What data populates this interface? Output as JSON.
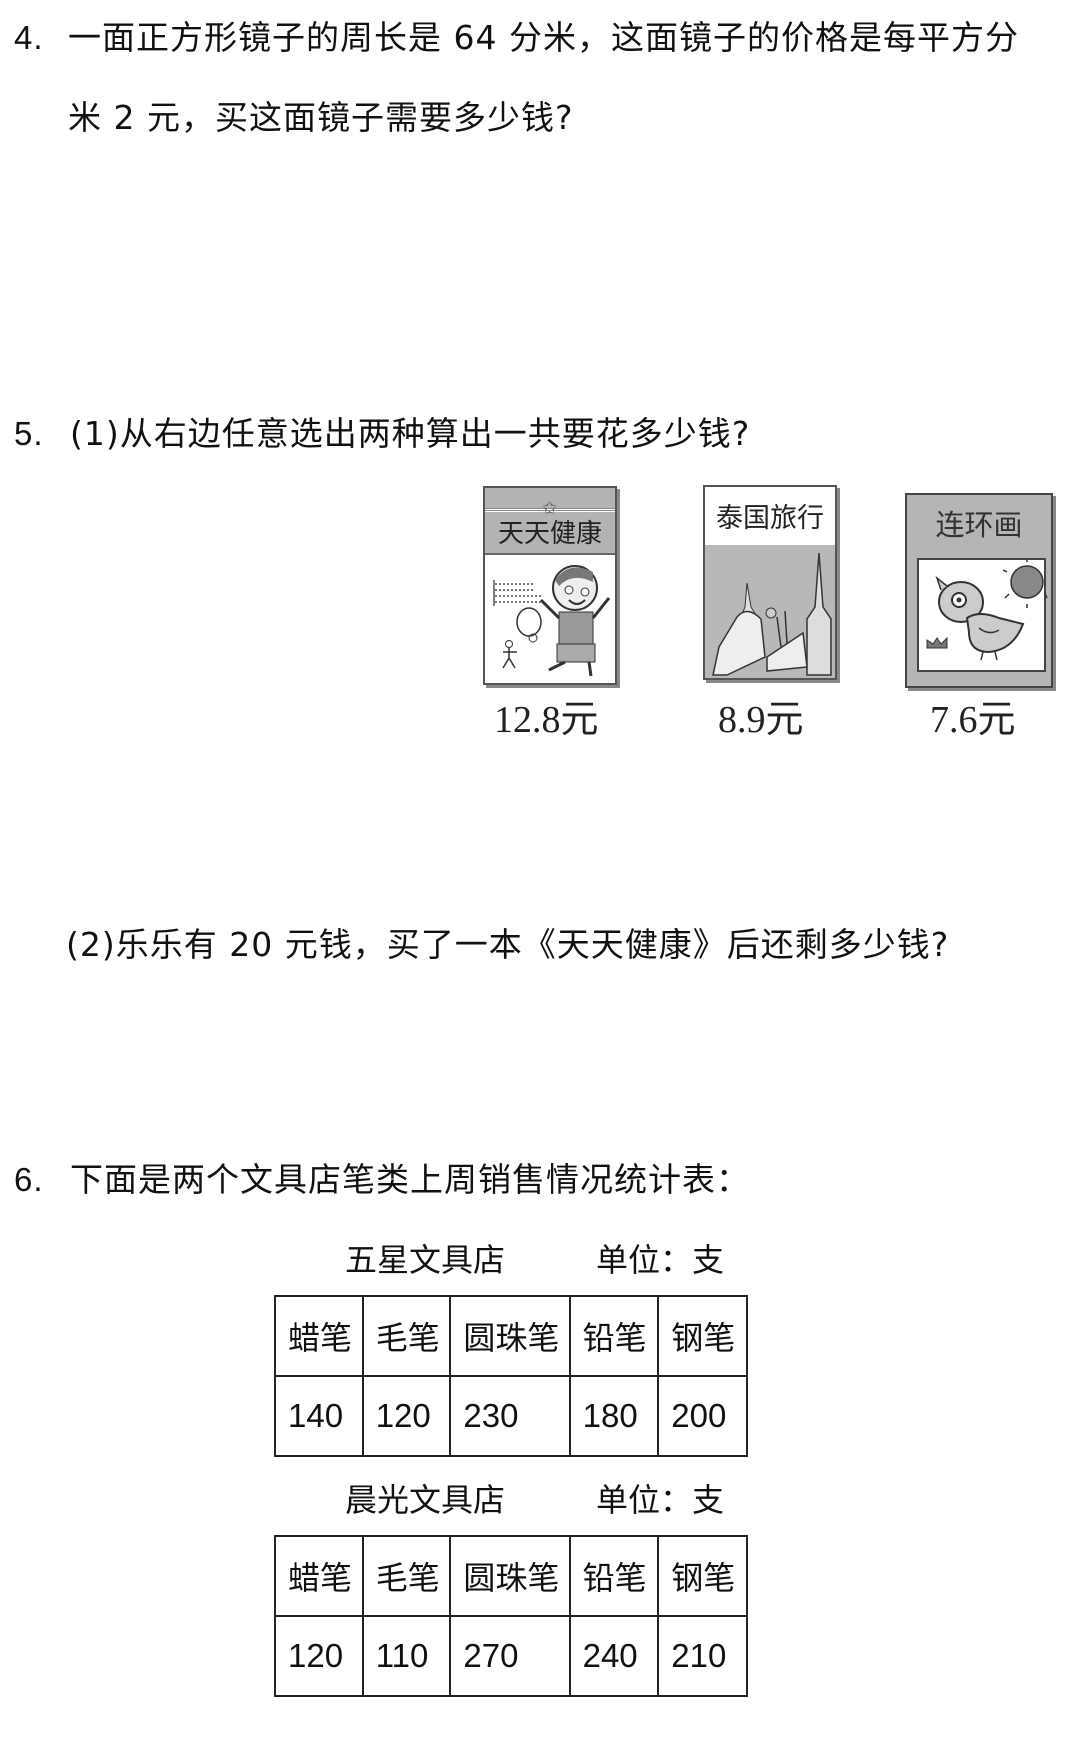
{
  "questions": {
    "q4": {
      "number": "4.",
      "line1": "一面正方形镜子的周长是 64 分米，这面镜子的价格是每平方分",
      "line2": "米 2 元，买这面镜子需要多少钱?"
    },
    "q5": {
      "number": "5.",
      "part1": "(1)从右边任意选出两种算出一共要花多少钱?",
      "part2": "(2)乐乐有 20 元钱，买了一本《天天健康》后还剩多少钱?",
      "books": [
        {
          "title": "天天健康",
          "price": "12.8元",
          "icon": "health-book-cover-illustration"
        },
        {
          "title": "泰国旅行",
          "price": "8.9元",
          "icon": "thailand-travel-book-cover-illustration"
        },
        {
          "title": "连环画",
          "price": "7.6元",
          "icon": "comic-book-cover-illustration"
        }
      ]
    },
    "q6": {
      "number": "6.",
      "text": "下面是两个文具店笔类上周销售情况统计表：",
      "tables": [
        {
          "store": "五星文具店",
          "unit": "单位：支",
          "headers": [
            "蜡笔",
            "毛笔",
            "圆珠笔",
            "铅笔",
            "钢笔"
          ],
          "values": [
            "140",
            "120",
            "230",
            "180",
            "200"
          ]
        },
        {
          "store": "晨光文具店",
          "unit": "单位：支",
          "headers": [
            "蜡笔",
            "毛笔",
            "圆珠笔",
            "铅笔",
            "钢笔"
          ],
          "values": [
            "120",
            "110",
            "270",
            "240",
            "210"
          ]
        }
      ]
    }
  }
}
